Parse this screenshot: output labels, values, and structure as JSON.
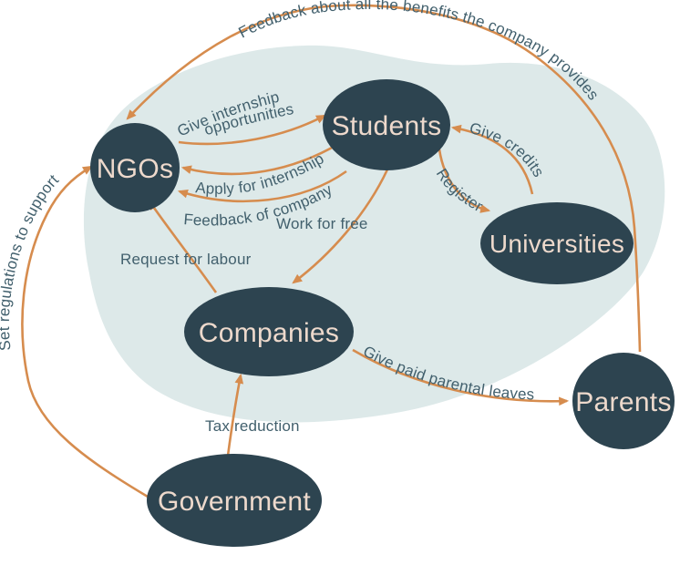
{
  "diagram": {
    "type": "stakeholder-relationship-flow-diagram",
    "background_color": "#ffffff",
    "colors": {
      "node_fill": "#2d4450",
      "node_text": "#edd9cc",
      "arrow": "#d68c4e",
      "edge_label_text": "#42606d",
      "background_blob": "#dde9e9"
    },
    "nodes": {
      "ngos": {
        "label": "NGOs"
      },
      "students": {
        "label": "Students"
      },
      "universities": {
        "label": "Universities"
      },
      "companies": {
        "label": "Companies"
      },
      "government": {
        "label": "Government"
      },
      "parents": {
        "label": "Parents"
      }
    },
    "edges": {
      "parents_to_ngos": {
        "from": "Parents",
        "to": "NGOs",
        "label": "Feedback about all the benefits the company provides"
      },
      "ngos_to_students": {
        "from": "NGOs",
        "to": "Students",
        "label": "Give internship opportunities",
        "label_lines": [
          "Give internship",
          "opportunities"
        ]
      },
      "students_to_ngos_apply": {
        "from": "Students",
        "to": "NGOs",
        "label": "Apply for internship"
      },
      "students_to_ngos_feedback": {
        "from": "Students",
        "to": "NGOs",
        "label": "Feedback of company"
      },
      "universities_to_students": {
        "from": "Universities",
        "to": "Students",
        "label": "Give credits"
      },
      "students_to_universities": {
        "from": "Students",
        "to": "Universities",
        "label": "Register"
      },
      "students_to_companies": {
        "from": "Students",
        "to": "Companies",
        "label": "Work for free"
      },
      "companies_to_ngos": {
        "from": "Companies",
        "to": "NGOs",
        "label": "Request for labour"
      },
      "companies_to_parents": {
        "from": "Companies",
        "to": "Parents",
        "label": "Give paid parental leaves"
      },
      "government_to_companies": {
        "from": "Government",
        "to": "Companies",
        "label": "Tax reduction"
      },
      "government_to_ngos": {
        "from": "Government",
        "to": "NGOs",
        "label": "Set regulations to support"
      }
    }
  }
}
